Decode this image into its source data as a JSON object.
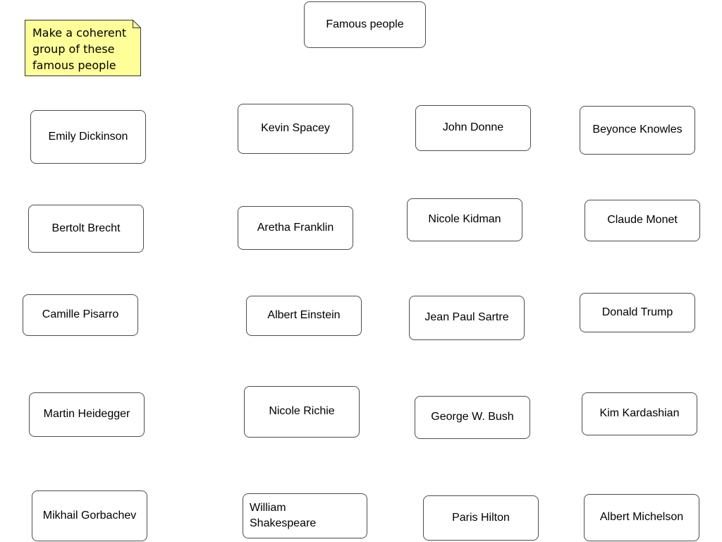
{
  "note": {
    "text": "Make a coherent\ngroup of these\nfamous people",
    "fill": "#ffff99",
    "border": "#333333"
  },
  "root": {
    "label": "Famous people"
  },
  "people": {
    "emily_dickinson": "Emily Dickinson",
    "kevin_spacey": "Kevin Spacey",
    "john_donne": "John Donne",
    "beyonce_knowles": "Beyonce Knowles",
    "bertolt_brecht": "Bertolt Brecht",
    "aretha_franklin": "Aretha Franklin",
    "nicole_kidman": "Nicole Kidman",
    "claude_monet": "Claude Monet",
    "camille_pisarro": "Camille Pisarro",
    "albert_einstein": "Albert Einstein",
    "jean_paul_sartre": "Jean Paul Sartre",
    "donald_trump": "Donald Trump",
    "martin_heidegger": "Martin Heidegger",
    "nicole_richie": "Nicole Richie",
    "george_w_bush": "George W. Bush",
    "kim_kardashian": "Kim Kardashian",
    "mikhail_gorbachev": "Mikhail Gorbachev",
    "william_shakespeare": "William\nShakespeare",
    "paris_hilton": "Paris Hilton",
    "albert_michelson": "Albert Michelson"
  }
}
